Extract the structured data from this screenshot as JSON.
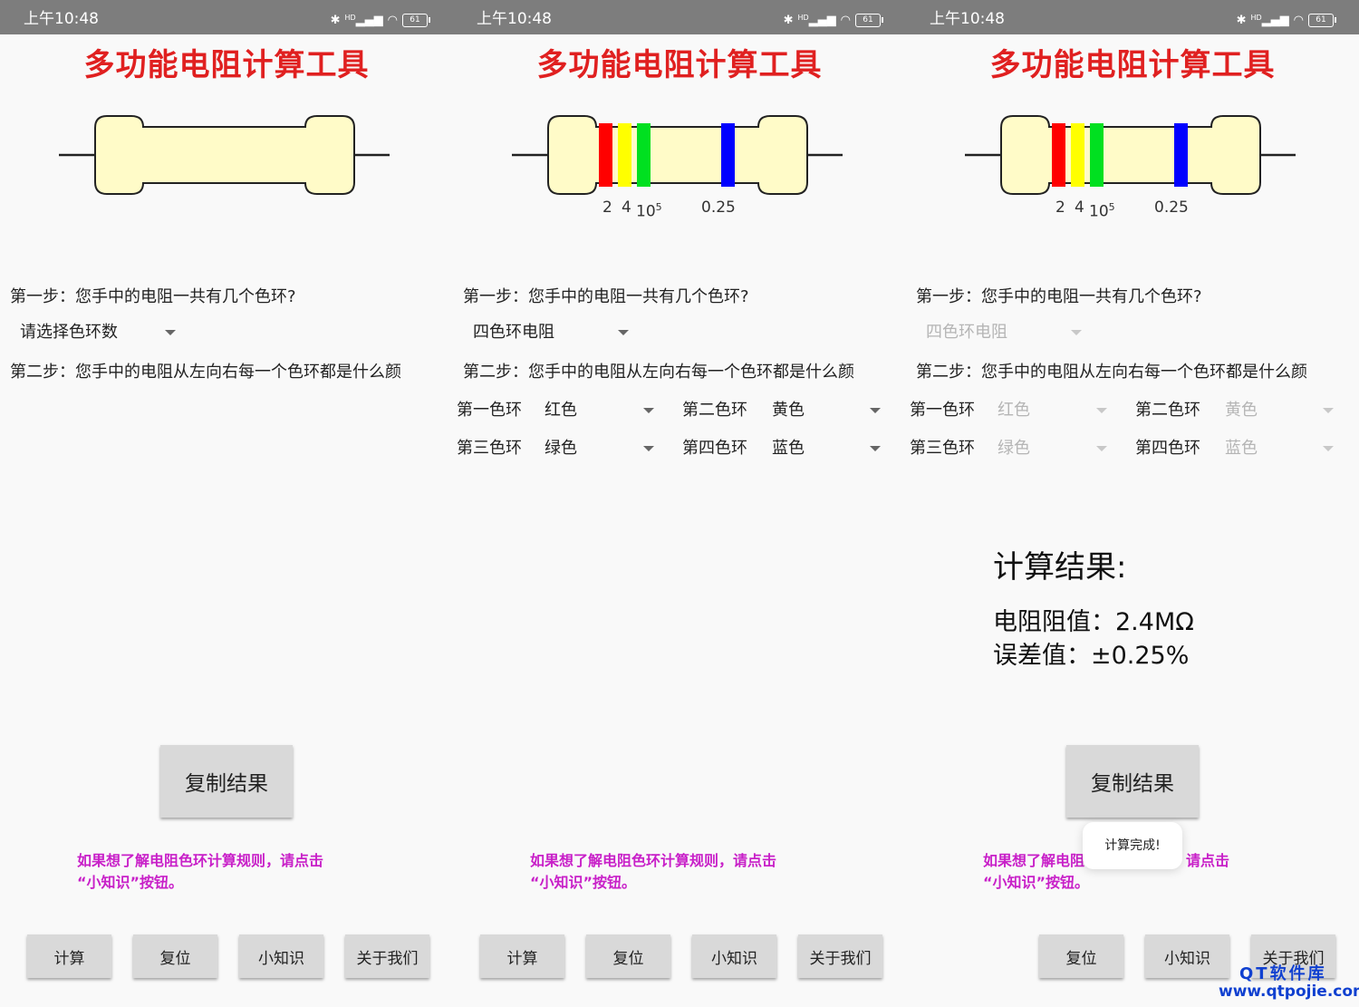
{
  "status_bar": {
    "time": "上午10:48",
    "network": "HD",
    "battery": "61"
  },
  "app": {
    "title": "多功能电阻计算工具",
    "step1": "第一步：您手中的电阻一共有几个色环?",
    "step2": "第二步：您手中的电阻从左向右每一个色环都是什么颜",
    "copy_button": "复制结果",
    "tip_line1": "如果想了解电阻色环计算规则，请点击",
    "tip_line2": "“小知识”按钮。",
    "ring_labels": [
      "第一色环",
      "第二色环",
      "第三色环",
      "第四色环"
    ],
    "colors": {
      "title": "#e02020",
      "tip": "#c820c8",
      "body": "#fffbc8",
      "band1": "#ff0000",
      "band2": "#ffff00",
      "band3": "#00e020",
      "band4": "#0000ff"
    }
  },
  "panels": [
    {
      "band_count_select": "请选择色环数",
      "buttons": [
        "计算",
        "复位",
        "小知识",
        "关于我们"
      ]
    },
    {
      "band_count_select": "四色环电阻",
      "ring_values": [
        "红色",
        "黄色",
        "绿色",
        "蓝色"
      ],
      "band_labels": {
        "d1": "2",
        "d2": "4",
        "mult_base": "10",
        "mult_exp": "5",
        "tol": "0.25"
      },
      "buttons": [
        "计算",
        "复位",
        "小知识",
        "关于我们"
      ]
    },
    {
      "band_count_select": "四色环电阻",
      "ring_values": [
        "红色",
        "黄色",
        "绿色",
        "蓝色"
      ],
      "band_labels": {
        "d1": "2",
        "d2": "4",
        "mult_base": "10",
        "mult_exp": "5",
        "tol": "0.25"
      },
      "result_title": "计算结果:",
      "result_resistance": "电阻阻值：2.4MΩ",
      "result_tolerance": "误差值：±0.25%",
      "toast": "计算完成!",
      "buttons": [
        "复位",
        "小知识",
        "关于我们"
      ]
    }
  ],
  "watermark": {
    "line1": "QT软件库",
    "line2": "www.qtpojie.com"
  }
}
